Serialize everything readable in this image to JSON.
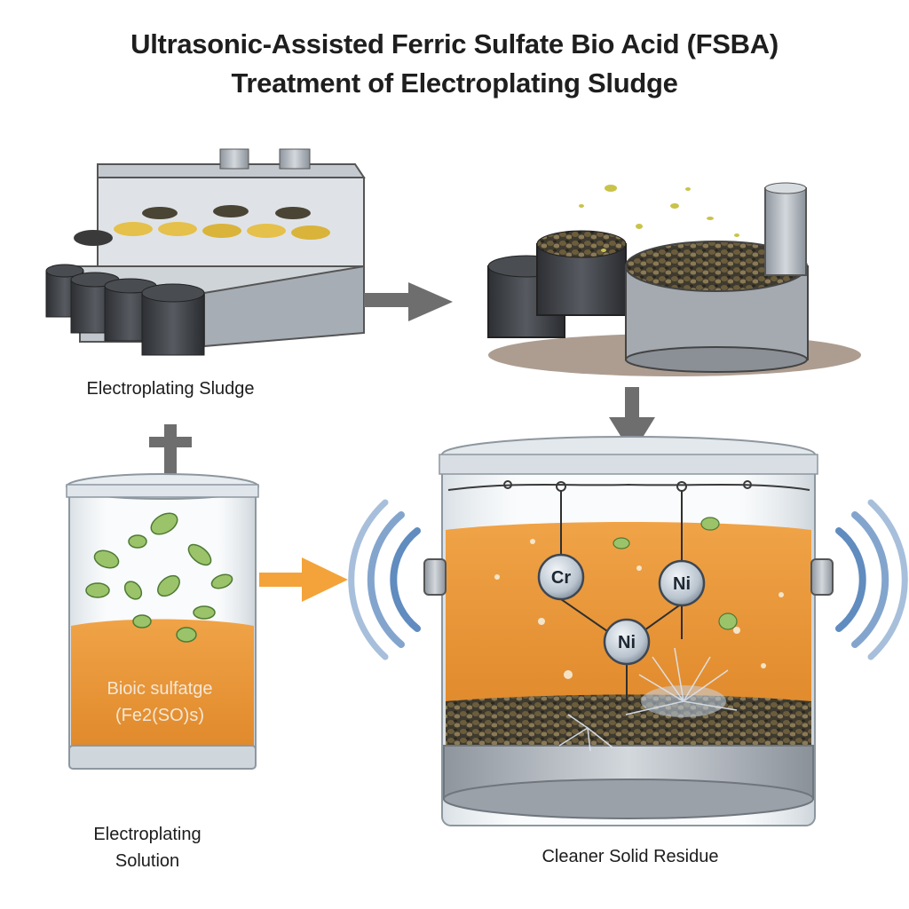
{
  "title": {
    "line1": "Ultrasonic-Assisted Ferric Sulfate Bio Acid (FSBA)",
    "line2": "Treatment of Electroplating Sludge"
  },
  "captions": {
    "sludge": "Electroplating Sludge",
    "solution_line1": "Electroplating",
    "solution_line2": "Solution",
    "residue": "Cleaner Solid Residue"
  },
  "liquid_label": {
    "line1": "Bioic sulfatge",
    "line2": "(Fe2(SO)s)"
  },
  "ions": {
    "cr": "Cr",
    "ni_right": "Ni",
    "ni_bottom": "Ni"
  },
  "colors": {
    "liquid": "#ec9a3c",
    "arrow_gray": "#6e6e6e",
    "arrow_orange": "#f3a33a",
    "wave": "#4f7fb8",
    "steel": "#b9bfc6"
  }
}
